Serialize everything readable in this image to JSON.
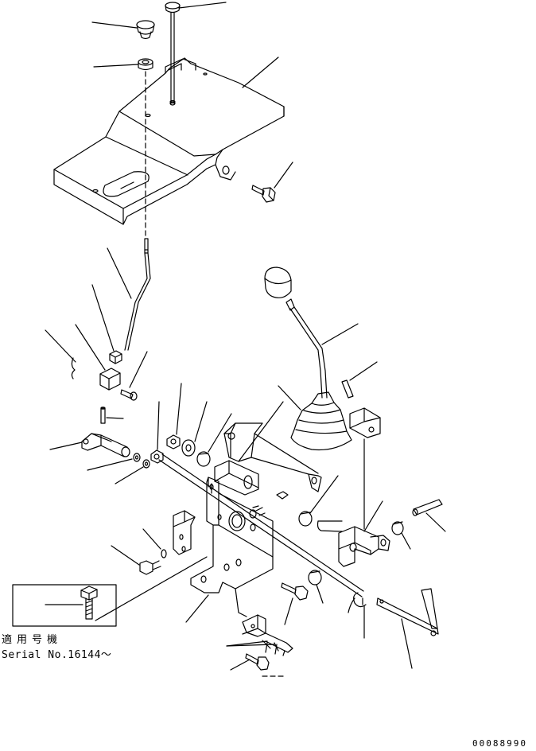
{
  "serial_box": {
    "label_jp": "適用号機",
    "serial_no": "Serial No.16144～"
  },
  "drawing_number": "00088990"
}
